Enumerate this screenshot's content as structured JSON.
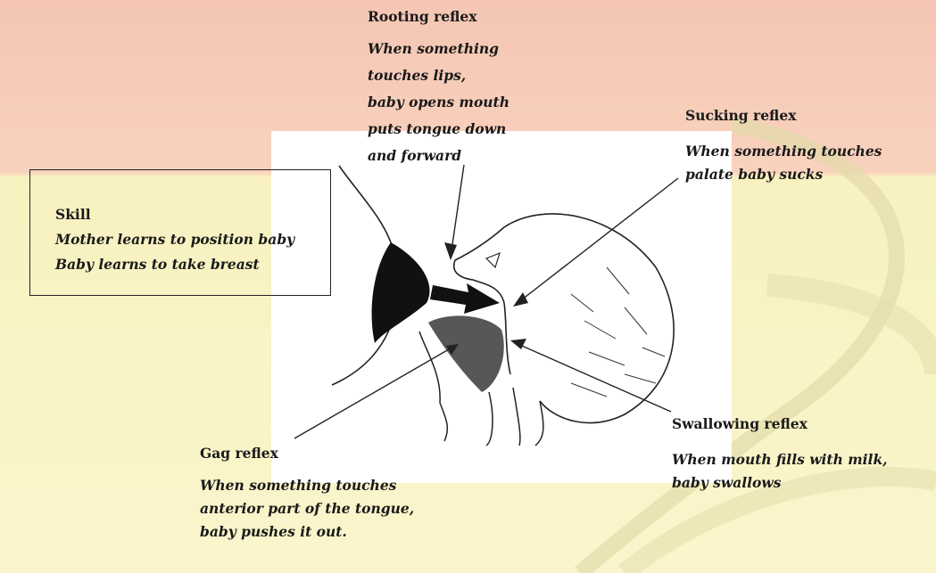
{
  "colors": {
    "top_band": "#f6c9b7",
    "bottom_band": "#f7f1bd",
    "swoosh": "#d9d3a0",
    "box_border": "#222222",
    "breast_fill": "#111111"
  },
  "skill": {
    "title": "Skill",
    "lines": [
      "Mother learns to position baby",
      "Baby learns to take breast"
    ]
  },
  "reflexes": {
    "rooting": {
      "title": "Rooting reflex",
      "desc": "When something\ntouches lips,\nbaby opens mouth\nputs tongue down\nand forward"
    },
    "sucking": {
      "title": "Sucking reflex",
      "desc": "When something touches\npalate baby sucks"
    },
    "swallowing": {
      "title": "Swallowing reflex",
      "desc": "When mouth fills with milk,\nbaby swallows"
    },
    "gag": {
      "title": "Gag reflex",
      "desc": "When something touches\nanterior part of the tongue,\nbaby pushes it out."
    }
  }
}
